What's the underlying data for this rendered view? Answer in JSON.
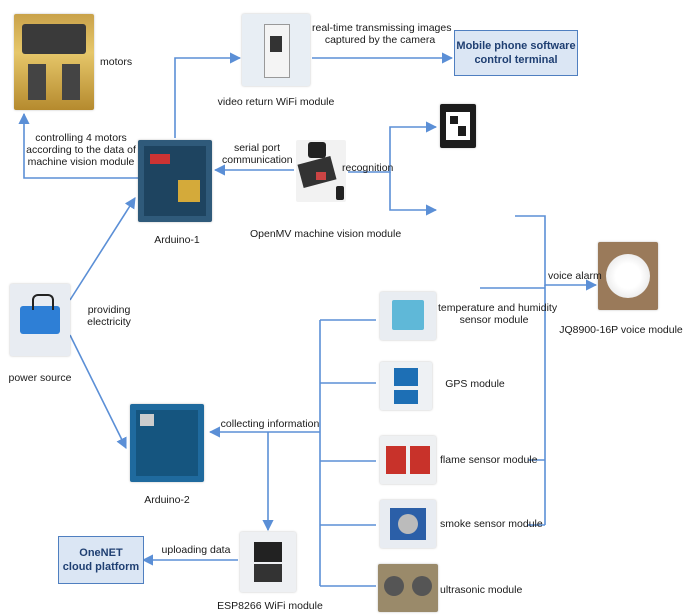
{
  "colors": {
    "arrow": "#5b8fd6",
    "box_fill": "#dbe6f4",
    "box_border": "#4f7fc0"
  },
  "labels": {
    "motors": "motors",
    "controlling": [
      "controlling 4 motors",
      "according to the data of",
      "machine vision module"
    ],
    "video_module": "video return WiFi module",
    "realtime": [
      "real-time transmissing images",
      "captured by the camera"
    ],
    "mobile": [
      "Mobile phone software",
      "control terminal"
    ],
    "serial": [
      "serial port",
      "communication"
    ],
    "recognition": "recognition",
    "arduino1": "Arduino-1",
    "openmv": "OpenMV machine vision module",
    "voice_alarm": "voice alarm",
    "voice_module": "JQ8900-16P voice module",
    "providing": [
      "providing",
      "electricity"
    ],
    "power": "power source",
    "temp": [
      "temperature and humidity",
      "sensor module"
    ],
    "gps": "GPS module",
    "collecting": "collecting information",
    "flame": "flame sensor module",
    "arduino2": "Arduino-2",
    "smoke": "smoke sensor module",
    "onenet": [
      "OneNET",
      "cloud platform"
    ],
    "uploading": "uploading data",
    "ultrasonic": "ultrasonic module",
    "esp": "ESP8266 WiFi module"
  }
}
